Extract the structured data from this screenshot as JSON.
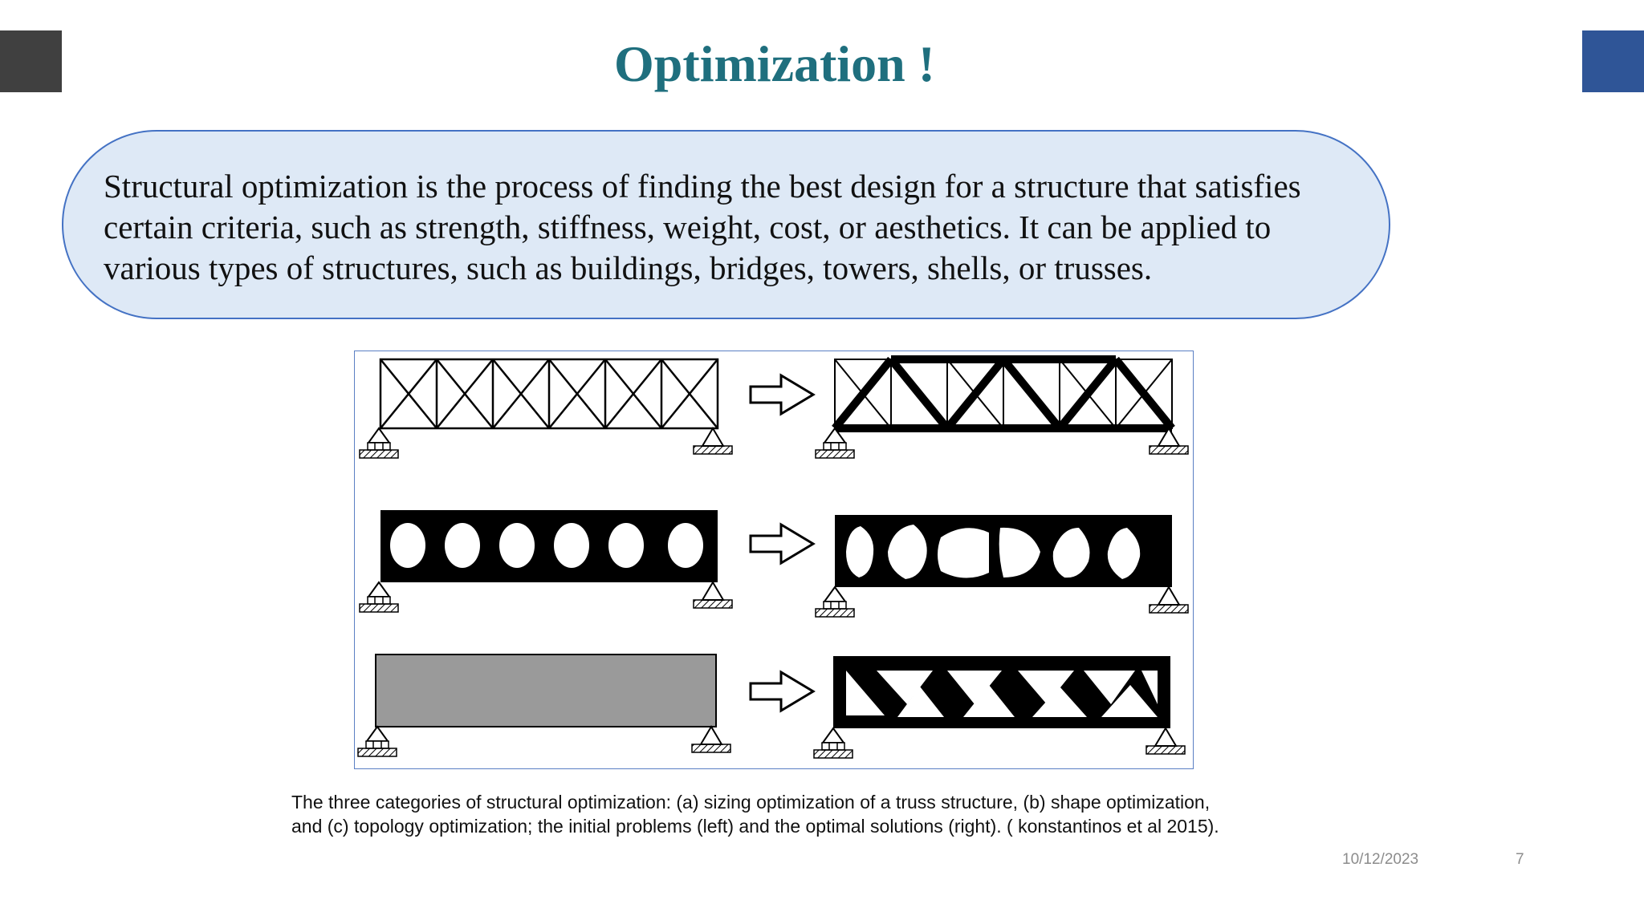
{
  "slide": {
    "title": "Optimization !",
    "callout_text": "Structural optimization is the process of finding the best design for a structure that satisfies certain criteria, such as strength, stiffness, weight, cost, or aesthetics. It can be applied to various types of structures, such as buildings, bridges, towers, shells, or trusses.",
    "caption_line1": "The three categories of structural optimization: (a) sizing optimization of a truss structure, (b) shape optimization,",
    "caption_line2": "and (c) topology optimization; the initial problems (left) and the optimal solutions (right). ( konstantinos et al 2015).",
    "date": "10/12/2023",
    "page_number": "7"
  },
  "colors": {
    "title": "#1F6F7E",
    "callout_fill": "#DEE9F6",
    "callout_border": "#4472C4",
    "corner_left": "#404040",
    "corner_right": "#2F5597"
  },
  "figure": {
    "rows": [
      {
        "category": "sizing optimization of a truss structure",
        "initial": "truss",
        "optimal": "truss-thick-members"
      },
      {
        "category": "shape optimization",
        "initial": "beam-circular-holes",
        "optimal": "beam-shaped-holes"
      },
      {
        "category": "topology optimization",
        "initial": "solid-grey-block",
        "optimal": "triangular-truss"
      }
    ],
    "icons": [
      "right-arrow-icon",
      "pin-support-icon",
      "roller-support-icon"
    ]
  }
}
